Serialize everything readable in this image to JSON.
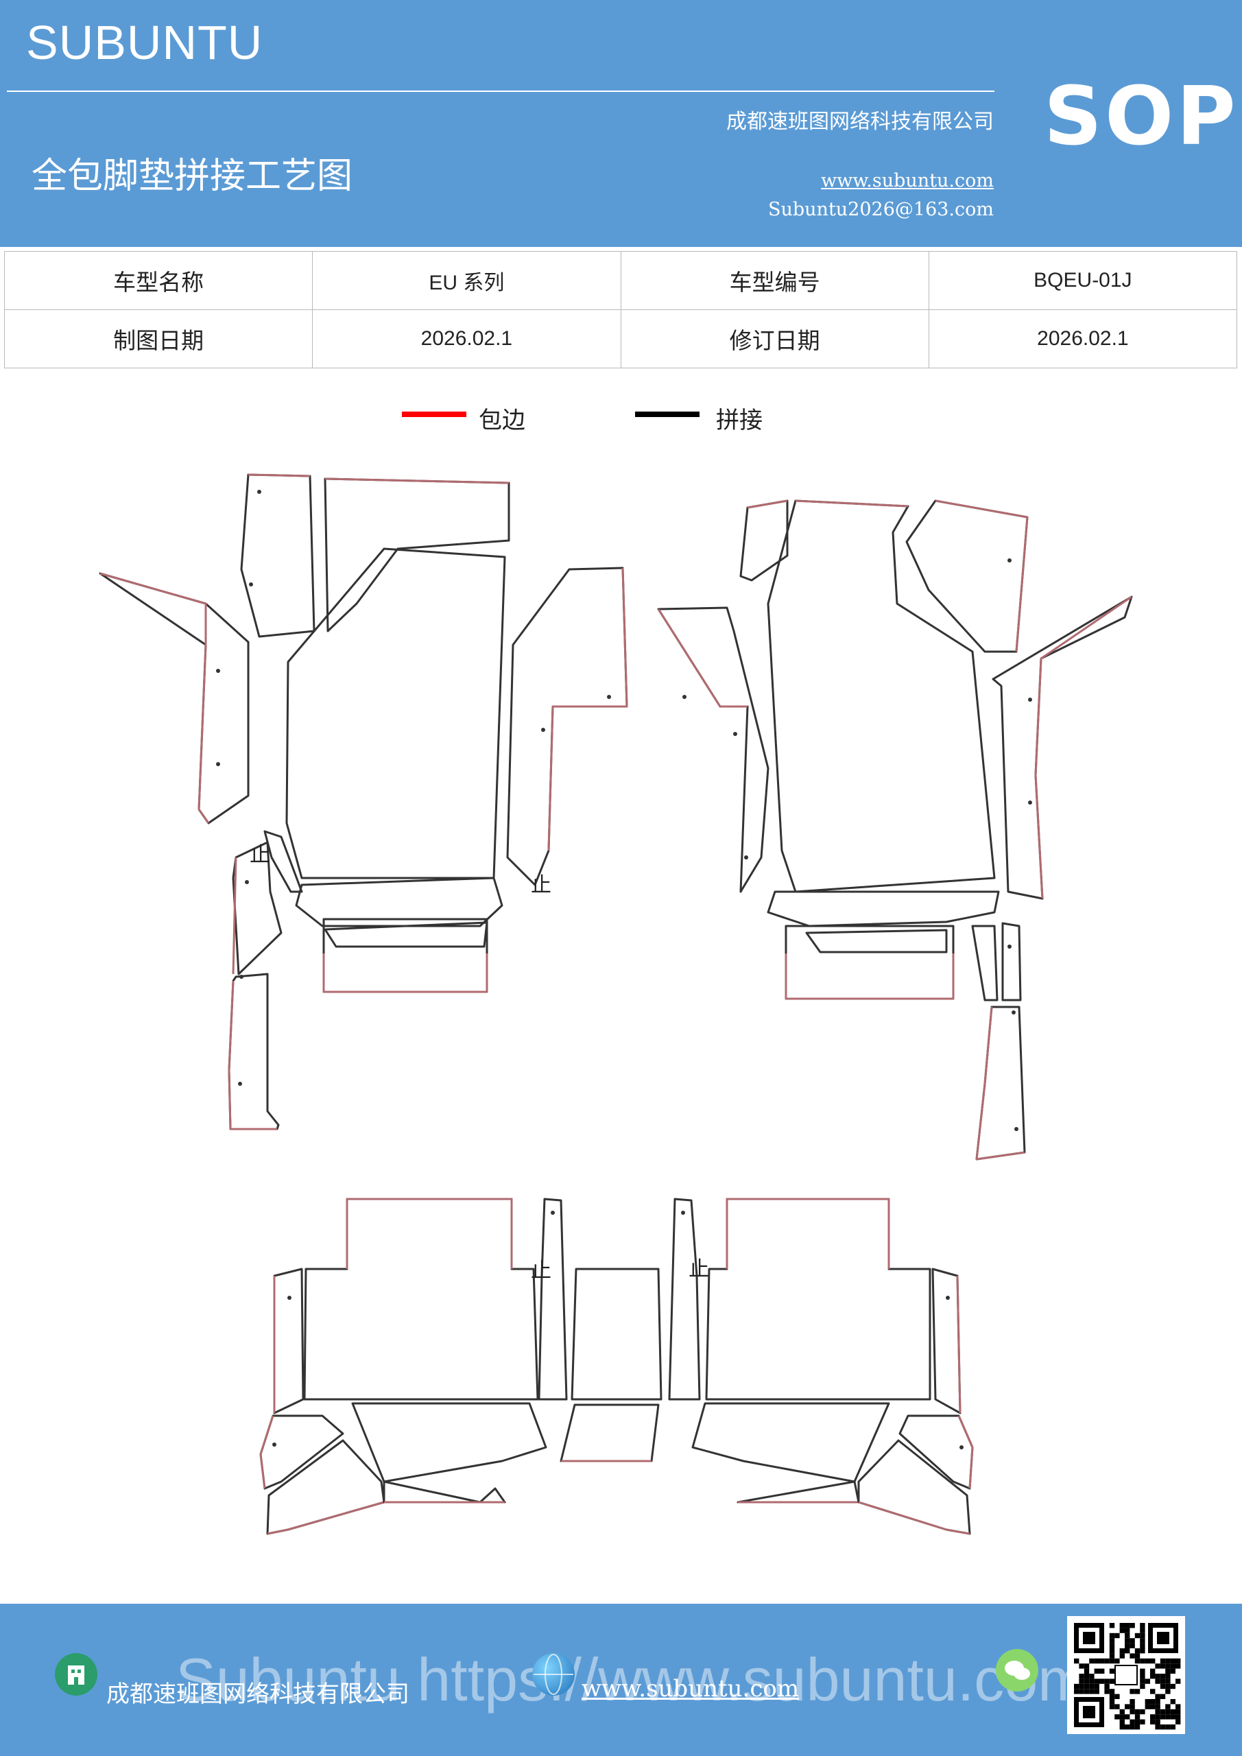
{
  "header": {
    "brand": "SUBUNTU",
    "badge": "SOP",
    "company": "成都速班图网络科技有限公司",
    "title": "全包脚垫拼接工艺图",
    "website": "www.subuntu.com",
    "email": "Subuntu2026@163.com"
  },
  "info_table": [
    [
      "车型名称",
      "EU 系列",
      "车型编号",
      "BQEU-01J"
    ],
    [
      "制图日期",
      "2026.02.1",
      "修订日期",
      "2026.02.1"
    ]
  ],
  "legend": [
    {
      "label": "包边",
      "color": "#ff0000"
    },
    {
      "label": "拼接",
      "color": "#000000"
    }
  ],
  "diagram": {
    "stop_mark": "止",
    "edge_color": "#b06b70",
    "seam_color": "#333333"
  },
  "footer": {
    "company": "成都速班图网络科技有限公司",
    "website": "www.subuntu.com",
    "watermark": "Subuntu https://www.subuntu.com"
  },
  "icons": [
    "building-icon",
    "globe-icon",
    "wechat-icon",
    "qr-code"
  ]
}
